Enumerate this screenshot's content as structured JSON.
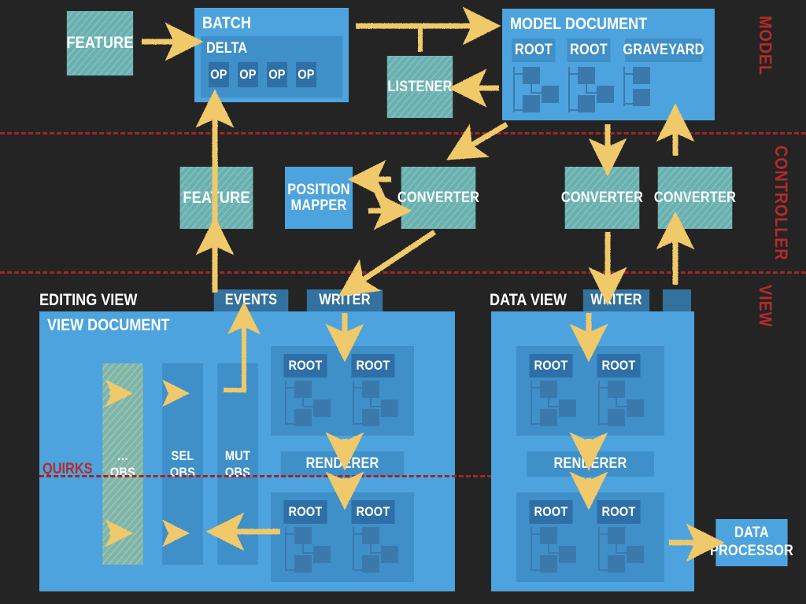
{
  "layers": [
    {
      "name": "MODEL"
    },
    {
      "name": "CONTROLLER"
    },
    {
      "name": "VIEW"
    }
  ],
  "model": {
    "feature": "FEATURE",
    "batch": {
      "title": "BATCH",
      "delta": "DELTA",
      "ops": [
        "OP",
        "OP",
        "OP",
        "OP"
      ]
    },
    "listener": "LISTENER",
    "model_document": {
      "title": "MODEL DOCUMENT",
      "roots": [
        "ROOT",
        "ROOT",
        "GRAVEYARD"
      ]
    }
  },
  "controller": {
    "feature": "FEATURE",
    "position_mapper": "POSITION MAPPER",
    "converter_center": "CONVERTER",
    "converter_right_1": "CONVERTER",
    "converter_right_2": "CONVERTER"
  },
  "view": {
    "editing_view": {
      "title": "EDITING VIEW",
      "events": "EVENTS",
      "writer": "WRITER",
      "document_title": "VIEW DOCUMENT",
      "observers": [
        "…\nOBS",
        "SEL\nOBS",
        "MUT\nOBS"
      ],
      "observer_lines": [
        [
          "…",
          "OBS"
        ],
        [
          "SEL",
          "OBS"
        ],
        [
          "MUT",
          "OBS"
        ]
      ],
      "roots_top": [
        "ROOT",
        "ROOT"
      ],
      "renderer": "RENDERER",
      "roots_bottom": [
        "ROOT",
        "ROOT"
      ],
      "quirks": "QUIRKS"
    },
    "data_view": {
      "title": "DATA VIEW",
      "writer": "WRITER",
      "extra_tab": "",
      "roots_top": [
        "ROOT",
        "ROOT"
      ],
      "renderer": "RENDERER",
      "roots_bottom": [
        "ROOT",
        "ROOT"
      ],
      "data_processor": "DATA\nPROCESSOR",
      "data_processor_lines": [
        "DATA",
        "PROCESSOR"
      ]
    }
  },
  "colors": {
    "background": "#242424",
    "blue": "#4da3dd",
    "blue_mid": "#3f8fc8",
    "blue_dark": "#2f6fa8",
    "teal": "#69b1b0",
    "arrow": "#f0c96a",
    "separator": "#a32525",
    "label_red": "#b62a2a",
    "text": "#ffffff"
  }
}
